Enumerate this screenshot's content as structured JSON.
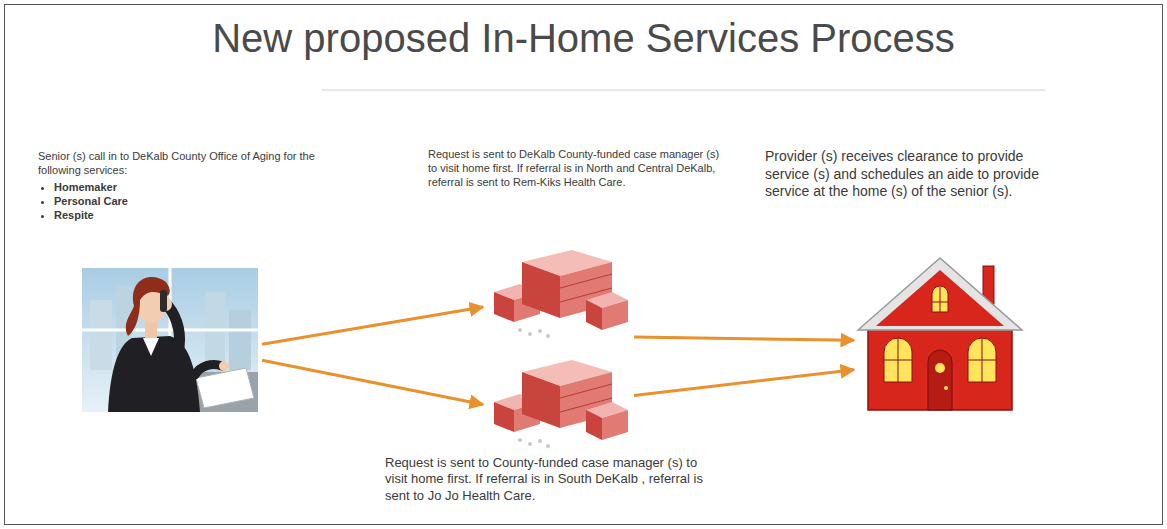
{
  "diagram": {
    "title": "New proposed In-Home Services Process",
    "nodes": [
      {
        "text": [
          "Senior (s) call in to DeKalb County Office of Aging for the following services:",
          "Homemaker",
          "Personal Care",
          "Respite"
        ]
      },
      {
        "text": [
          "Request is sent to DeKalb County-funded case manager (s) to visit home first. If referral is in North and Central DeKalb, referral is sent to Rem-Kiks Health Care."
        ]
      },
      {
        "text": [
          "Request is sent to County-funded case manager (s) to visit home first. If referral is in South DeKalb , referral is sent to Jo Jo Health Care."
        ]
      },
      {
        "text": [
          "Provider (s) receives clearance to provide service (s) and schedules an aide to provide service at the home (s) of the senior (s)."
        ]
      }
    ],
    "edges": [
      {
        "from": 0,
        "to": 1,
        "arrow": "to"
      },
      {
        "from": 0,
        "to": 2,
        "arrow": "to"
      },
      {
        "from": 1,
        "to": 3,
        "arrow": "to"
      },
      {
        "from": 2,
        "to": 3,
        "arrow": "to"
      }
    ]
  }
}
